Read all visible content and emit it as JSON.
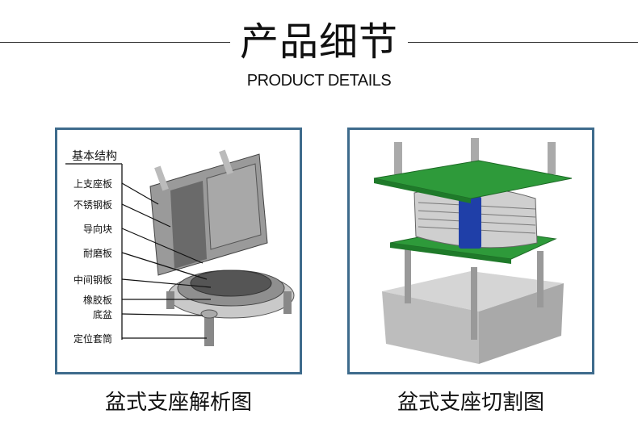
{
  "header": {
    "title": "产品细节",
    "subtitle": "PRODUCT DETAILS"
  },
  "left_panel": {
    "heading": "基本结构",
    "labels": [
      "上支座板",
      "不锈钢板",
      "导向块",
      "耐磨板",
      "中间钢板",
      "橡胶板",
      "底盆",
      "定位套筒"
    ],
    "caption": "盆式支座解析图"
  },
  "right_panel": {
    "caption": "盆式支座切割图"
  },
  "colors": {
    "frame": "#3e6b8c",
    "plate_green": "#2e9a3a",
    "rubber_blue": "#1f3fa8"
  }
}
